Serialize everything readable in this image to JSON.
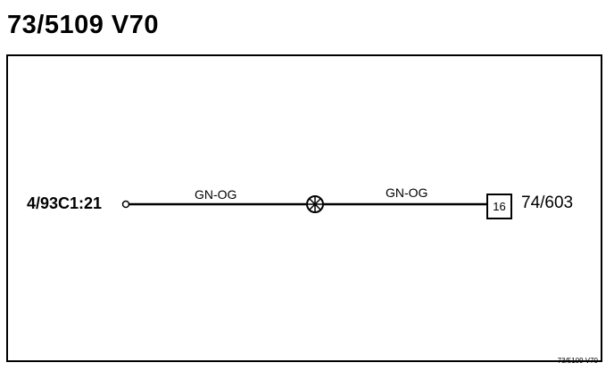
{
  "title": "73/5109 V70",
  "connection": {
    "source_label": "4/93C1:21",
    "wire_left_label": "GN-OG",
    "wire_right_label": "GN-OG",
    "pin_number": "16",
    "destination_label": "74/603"
  },
  "footer_ref": "73/5109 V70",
  "colors": {
    "line": "#000000",
    "background": "#ffffff"
  },
  "icons": {
    "splice": "splice-junction-icon",
    "terminal": "terminal-circle-icon"
  }
}
